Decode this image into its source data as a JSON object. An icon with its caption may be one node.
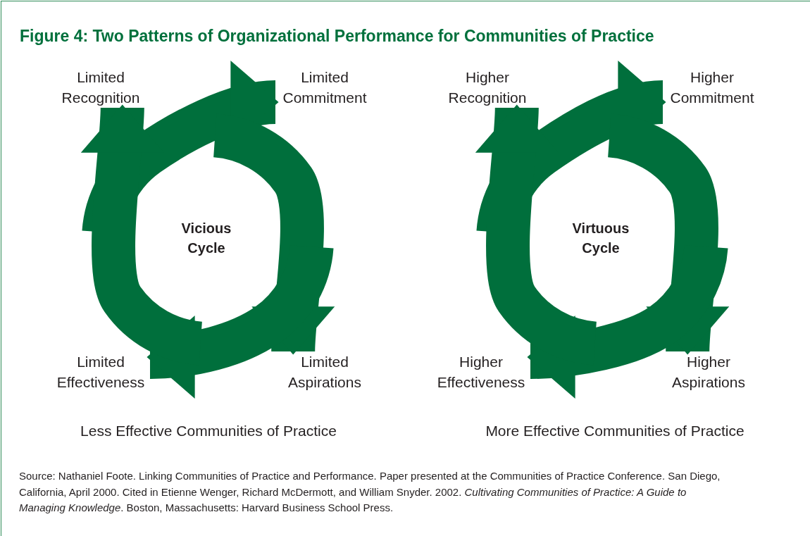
{
  "diagram": {
    "title": "Figure 4:  Two Patterns of Organizational Performance for Communities of Practice",
    "nodes": [
      {
        "text": [
          "Limited Recognition"
        ]
      },
      {
        "text": [
          "Limited Commitment"
        ]
      },
      {
        "text": [
          "Vicious Cycle"
        ]
      },
      {
        "text": [
          "Limited Effectiveness"
        ]
      },
      {
        "text": [
          "Limited Aspirations"
        ]
      },
      {
        "text": [
          "Higher Recognition"
        ]
      },
      {
        "text": [
          "Higher Commitment"
        ]
      },
      {
        "text": [
          "Virtuous Cycle"
        ]
      },
      {
        "text": [
          "Higher Effectiveness"
        ]
      },
      {
        "text": [
          "Higher Aspirations"
        ]
      }
    ],
    "edges": [
      {
        "from": null,
        "to": 1,
        "arrow": "to"
      },
      {
        "from": null,
        "to": 4,
        "arrow": "to"
      },
      {
        "from": null,
        "to": 3,
        "arrow": "to"
      },
      {
        "from": null,
        "to": 0,
        "arrow": "to"
      },
      {
        "from": null,
        "to": 6,
        "arrow": "to"
      },
      {
        "from": null,
        "to": 9,
        "arrow": "to"
      },
      {
        "from": null,
        "to": 8,
        "arrow": "to"
      },
      {
        "from": null,
        "to": 5,
        "arrow": "to"
      }
    ],
    "labels": [
      "Less Effective Communities of Practice",
      "More Effective Communities of Practice",
      "Source: Nathaniel Foote. Linking Communities of Practice and Performance. Paper presented at the Communities of Practice Conference. San Diego, California, April 2000. Cited in Etienne Wenger, Richard McDermott, and William Snyder. 2002. *Cultivating Communities of Practice: A Guide to Managing Knowledge*. Boston, Massachusetts: Harvard Business School Press."
    ]
  }
}
